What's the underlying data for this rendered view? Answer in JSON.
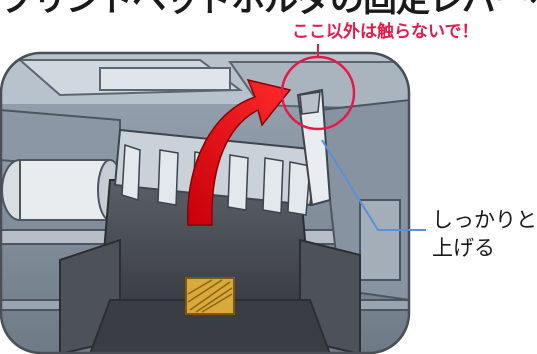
{
  "heading": {
    "text": "プリントヘッドホルダの固定レバーを"
  },
  "warning": {
    "text": "ここ以外は触らないで！",
    "color": "#e6194b"
  },
  "callout": {
    "line1": "しっかりと",
    "line2": "上げる"
  },
  "colors": {
    "arrow": "#e30613",
    "highlight_circle": "#e6194b",
    "leader_line": "#5b8fd6",
    "frame": "#4a4f56"
  }
}
